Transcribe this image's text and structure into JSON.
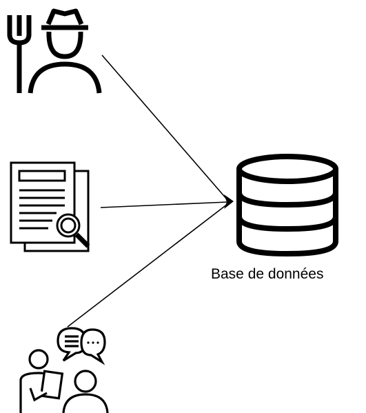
{
  "diagram": {
    "database_label": "Base de données",
    "nodes": [
      {
        "id": "farmer",
        "icon": "farmer-icon"
      },
      {
        "id": "document",
        "icon": "document-search-icon"
      },
      {
        "id": "interview",
        "icon": "interview-icon"
      },
      {
        "id": "database",
        "icon": "database-icon"
      }
    ],
    "edges": [
      {
        "from": "farmer",
        "to": "database"
      },
      {
        "from": "document",
        "to": "database"
      },
      {
        "from": "interview",
        "to": "database"
      }
    ],
    "colors": {
      "stroke": "#000000",
      "background": "#ffffff"
    }
  }
}
